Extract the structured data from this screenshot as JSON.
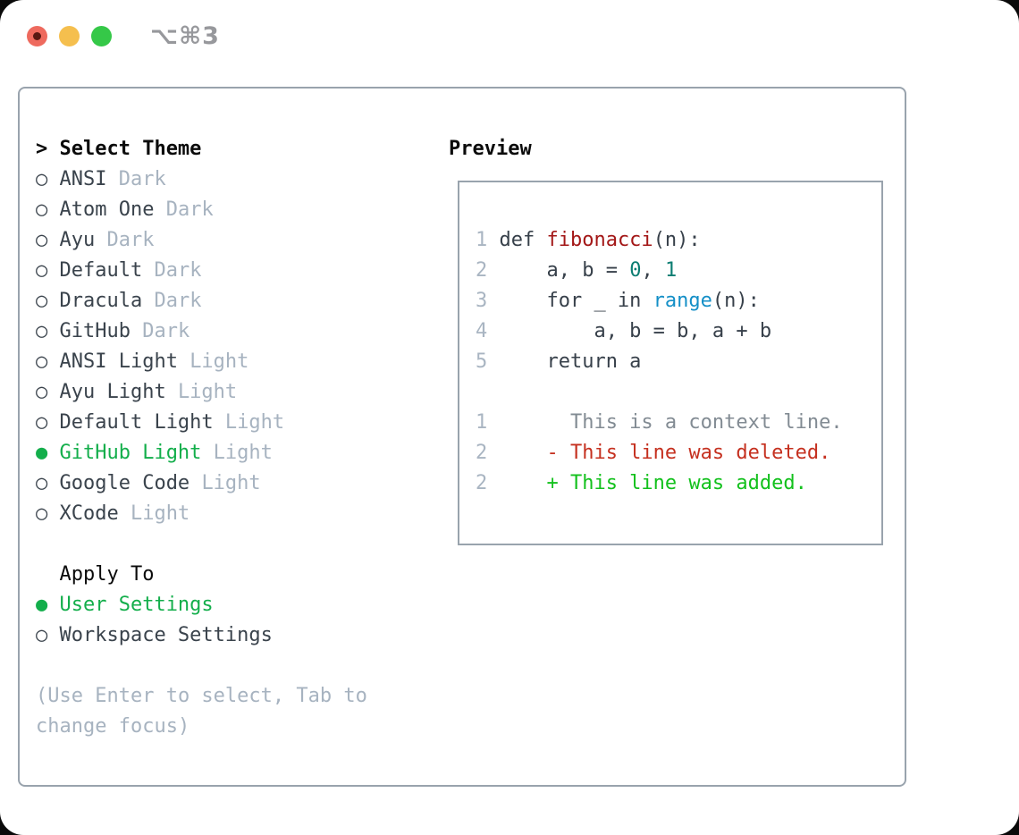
{
  "window": {
    "title": "⌥⌘3"
  },
  "glyphs": {
    "prompt": ">",
    "radio_selected": "●",
    "radio_unselected": "○"
  },
  "colors": {
    "accent_green": "#13ae4b",
    "text_black": "#0b0b0b",
    "text_dark": "#3a434c",
    "muted": "#a7b3c0",
    "border": "#99a3ad",
    "code": "#37404a",
    "func": "#a31717",
    "number": "#0c7d72",
    "builtin": "#148fc7",
    "context": "#828b93",
    "del": "#c5301f",
    "add": "#13c11d",
    "lineno": "#a9b5c2",
    "traffic_red": "#ee6a5e",
    "traffic_red_dot": "#571812",
    "traffic_yellow": "#f5bf4e",
    "traffic_green": "#35c848",
    "title_text": "#97989c"
  },
  "theme_panel": {
    "header": {
      "prefix": ">",
      "label": "Select Theme"
    },
    "items": [
      {
        "name": "ANSI",
        "variant": "Dark",
        "selected": false
      },
      {
        "name": "Atom One",
        "variant": "Dark",
        "selected": false
      },
      {
        "name": "Ayu",
        "variant": "Dark",
        "selected": false
      },
      {
        "name": "Default",
        "variant": "Dark",
        "selected": false
      },
      {
        "name": "Dracula",
        "variant": "Dark",
        "selected": false
      },
      {
        "name": "GitHub",
        "variant": "Dark",
        "selected": false
      },
      {
        "name": "ANSI Light",
        "variant": "Light",
        "selected": false
      },
      {
        "name": "Ayu Light",
        "variant": "Light",
        "selected": false
      },
      {
        "name": "Default Light",
        "variant": "Light",
        "selected": false
      },
      {
        "name": "GitHub Light",
        "variant": "Light",
        "selected": true
      },
      {
        "name": "Google Code",
        "variant": "Light",
        "selected": false
      },
      {
        "name": "XCode",
        "variant": "Light",
        "selected": false
      }
    ],
    "apply_to": {
      "label": "Apply To",
      "options": [
        {
          "name": "User Settings",
          "selected": true
        },
        {
          "name": "Workspace Settings",
          "selected": false
        }
      ]
    },
    "help_lines": [
      "(Use Enter to select, Tab to",
      "change focus)"
    ]
  },
  "preview": {
    "header": "Preview",
    "lines": [
      {
        "num": "1",
        "name": "code-line-def",
        "seg": [
          {
            "t": "def ",
            "c": "code"
          },
          {
            "t": "fibonacci",
            "c": "func"
          },
          {
            "t": "(n):",
            "c": "code"
          }
        ]
      },
      {
        "num": "2",
        "name": "code-line-assign",
        "seg": [
          {
            "t": "    a, b = ",
            "c": "code"
          },
          {
            "t": "0",
            "c": "number"
          },
          {
            "t": ", ",
            "c": "code"
          },
          {
            "t": "1",
            "c": "number"
          }
        ]
      },
      {
        "num": "3",
        "name": "code-line-for",
        "seg": [
          {
            "t": "    for _ in ",
            "c": "code"
          },
          {
            "t": "range",
            "c": "builtin"
          },
          {
            "t": "(n):",
            "c": "code"
          }
        ]
      },
      {
        "num": "4",
        "name": "code-line-swap",
        "seg": [
          {
            "t": "        a, b = b, a + b",
            "c": "code"
          }
        ]
      },
      {
        "num": "5",
        "name": "code-line-return",
        "seg": [
          {
            "t": "    return a",
            "c": "code"
          }
        ]
      },
      {
        "num": "",
        "name": "code-line-blank",
        "seg": []
      },
      {
        "num": "1",
        "name": "diff-context-line",
        "seg": [
          {
            "t": "      This is a context line.",
            "c": "context"
          }
        ]
      },
      {
        "num": "2",
        "name": "diff-deleted-line",
        "seg": [
          {
            "t": "    - This line was deleted.",
            "c": "del"
          }
        ]
      },
      {
        "num": "2",
        "name": "diff-added-line",
        "seg": [
          {
            "t": "    + This line was added.",
            "c": "add"
          }
        ]
      }
    ]
  }
}
